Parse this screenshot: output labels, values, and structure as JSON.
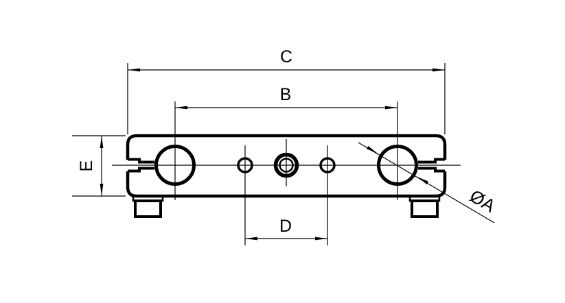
{
  "drawing": {
    "background_color": "#ffffff",
    "line_color": "#000000",
    "labels": {
      "overall_width": "C",
      "bore_spacing": "B",
      "hole_spacing": "D",
      "body_height": "E",
      "bore_diameter": "ØA"
    }
  }
}
